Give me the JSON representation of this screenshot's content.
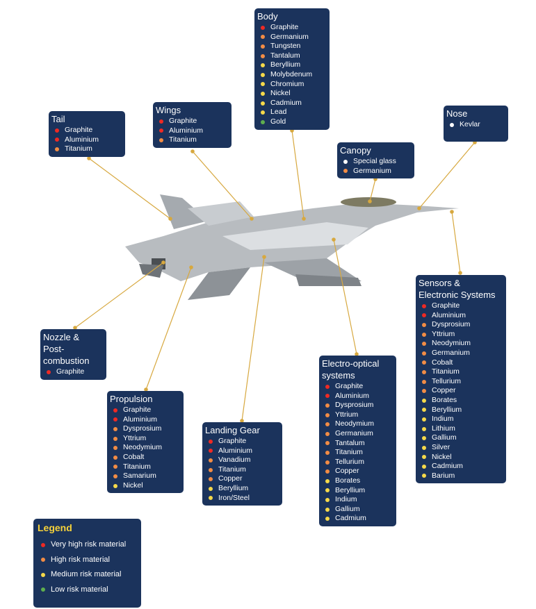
{
  "colors": {
    "very_high": "#ee2a24",
    "high": "#f28c45",
    "medium": "#f6d94a",
    "low": "#5fae4e",
    "none": "#ffffff",
    "box": "#1b335c",
    "line": "#d7a83f"
  },
  "boxes": [
    {
      "id": "tail",
      "title": "Tail",
      "items": [
        [
          "Graphite",
          "very_high"
        ],
        [
          "Aluminium",
          "very_high"
        ],
        [
          "Titanium",
          "high"
        ]
      ]
    },
    {
      "id": "wings",
      "title": "Wings",
      "items": [
        [
          "Graphite",
          "very_high"
        ],
        [
          "Aluminium",
          "very_high"
        ],
        [
          "Titanium",
          "high"
        ]
      ]
    },
    {
      "id": "body",
      "title": "Body",
      "items": [
        [
          "Graphite",
          "very_high"
        ],
        [
          "Germanium",
          "high"
        ],
        [
          "Tungsten",
          "high"
        ],
        [
          "Tantalum",
          "high"
        ],
        [
          "Beryllium",
          "medium"
        ],
        [
          "Molybdenum",
          "medium"
        ],
        [
          "Chromium",
          "medium"
        ],
        [
          "Nickel",
          "medium"
        ],
        [
          "Cadmium",
          "medium"
        ],
        [
          "Lead",
          "medium"
        ],
        [
          "Gold",
          "low"
        ]
      ]
    },
    {
      "id": "nose",
      "title": "Nose",
      "items": [
        [
          "Kevlar",
          "none"
        ]
      ]
    },
    {
      "id": "canopy",
      "title": "Canopy",
      "items": [
        [
          "Special glass",
          "none"
        ],
        [
          "Germanium",
          "high"
        ]
      ]
    },
    {
      "id": "sensors",
      "title": "Sensors & Electronic Systems",
      "items": [
        [
          "Graphite",
          "very_high"
        ],
        [
          "Aluminium",
          "very_high"
        ],
        [
          "Dysprosium",
          "high"
        ],
        [
          "Yttrium",
          "high"
        ],
        [
          "Neodymium",
          "high"
        ],
        [
          "Germanium",
          "high"
        ],
        [
          "Cobalt",
          "high"
        ],
        [
          "Titanium",
          "high"
        ],
        [
          "Tellurium",
          "high"
        ],
        [
          "Copper",
          "high"
        ],
        [
          "Borates",
          "medium"
        ],
        [
          "Beryllium",
          "medium"
        ],
        [
          "Indium",
          "medium"
        ],
        [
          "Lithium",
          "medium"
        ],
        [
          "Gallium",
          "medium"
        ],
        [
          "Silver",
          "medium"
        ],
        [
          "Nickel",
          "medium"
        ],
        [
          "Cadmium",
          "medium"
        ],
        [
          "Barium",
          "medium"
        ]
      ]
    },
    {
      "id": "electro",
      "title": "Electro-optical systems",
      "items": [
        [
          "Graphite",
          "very_high"
        ],
        [
          "Aluminium",
          "very_high"
        ],
        [
          "Dysprosium",
          "high"
        ],
        [
          "Yttrium",
          "high"
        ],
        [
          "Neodymium",
          "high"
        ],
        [
          "Germanium",
          "high"
        ],
        [
          "Tantalum",
          "high"
        ],
        [
          "Titanium",
          "high"
        ],
        [
          "Tellurium",
          "high"
        ],
        [
          "Copper",
          "high"
        ],
        [
          "Borates",
          "medium"
        ],
        [
          "Beryllium",
          "medium"
        ],
        [
          "Indium",
          "medium"
        ],
        [
          "Gallium",
          "medium"
        ],
        [
          "Cadmium",
          "medium"
        ]
      ]
    },
    {
      "id": "landing",
      "title": "Landing Gear",
      "items": [
        [
          "Graphite",
          "very_high"
        ],
        [
          "Aluminium",
          "very_high"
        ],
        [
          "Vanadium",
          "high"
        ],
        [
          "Titanium",
          "high"
        ],
        [
          "Copper",
          "high"
        ],
        [
          "Beryllium",
          "medium"
        ],
        [
          "Iron/Steel",
          "medium"
        ]
      ]
    },
    {
      "id": "propulsion",
      "title": "Propulsion",
      "items": [
        [
          "Graphite",
          "very_high"
        ],
        [
          "Aluminium",
          "very_high"
        ],
        [
          "Dysprosium",
          "high"
        ],
        [
          "Yttrium",
          "high"
        ],
        [
          "Neodymium",
          "high"
        ],
        [
          "Cobalt",
          "high"
        ],
        [
          "Titanium",
          "high"
        ],
        [
          "Samarium",
          "high"
        ],
        [
          "Nickel",
          "medium"
        ]
      ]
    },
    {
      "id": "nozzle",
      "title": "Nozzle & Post-combustion",
      "items": [
        [
          "Graphite",
          "very_high"
        ]
      ]
    }
  ],
  "legend": {
    "title": "Legend",
    "items": [
      [
        "Very high risk material",
        "very_high"
      ],
      [
        "High risk material",
        "high"
      ],
      [
        "Medium risk material",
        "medium"
      ],
      [
        "Low risk material",
        "low"
      ]
    ]
  }
}
